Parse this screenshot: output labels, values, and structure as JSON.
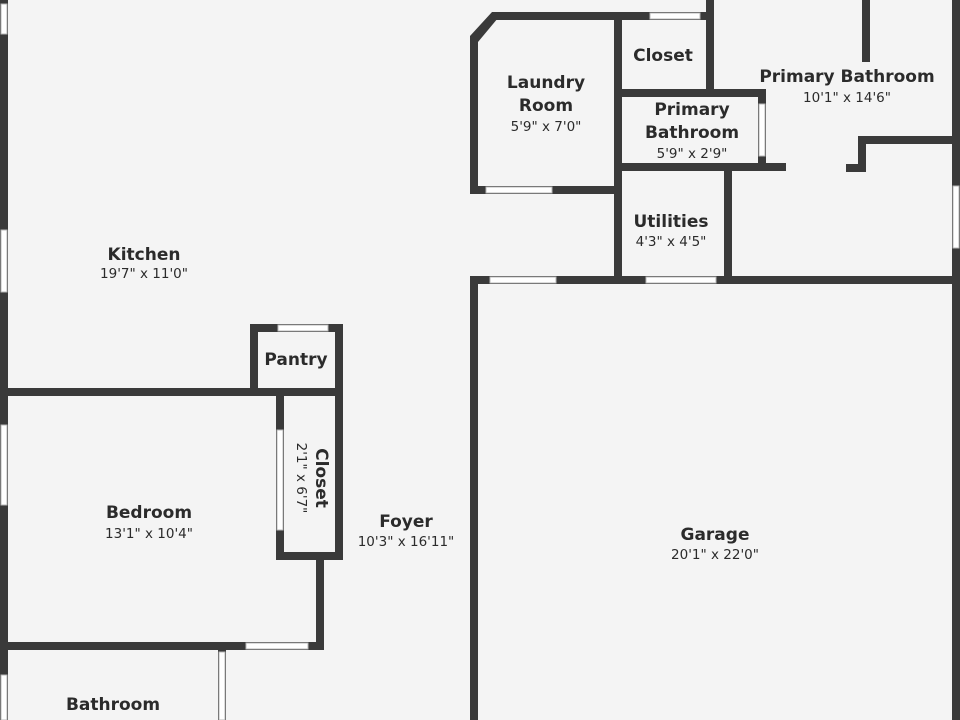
{
  "rooms": [
    {
      "id": "kitchen",
      "name": "Kitchen",
      "dims": "19'7\" x 11'0\""
    },
    {
      "id": "laundry",
      "name_lines": [
        "Laundry",
        "Room"
      ],
      "dims": "5'9\" x 7'0\""
    },
    {
      "id": "closet_top",
      "name": "Closet"
    },
    {
      "id": "primary_bath_small",
      "name_lines": [
        "Primary",
        "Bathroom"
      ],
      "dims": "5'9\" x 2'9\""
    },
    {
      "id": "primary_bath",
      "name": "Primary Bathroom",
      "dims": "10'1\" x 14'6\""
    },
    {
      "id": "utilities",
      "name": "Utilities",
      "dims": "4'3\" x 4'5\""
    },
    {
      "id": "pantry",
      "name": "Pantry"
    },
    {
      "id": "closet_bedroom",
      "name": "Closet",
      "dims": "2'1\" x 6'7\""
    },
    {
      "id": "bedroom",
      "name": "Bedroom",
      "dims": "13'1\" x 10'4\""
    },
    {
      "id": "foyer",
      "name": "Foyer",
      "dims": "10'3\" x 16'11\""
    },
    {
      "id": "garage",
      "name": "Garage",
      "dims": "20'1\" x 22'0\""
    },
    {
      "id": "bathroom",
      "name": "Bathroom"
    }
  ]
}
